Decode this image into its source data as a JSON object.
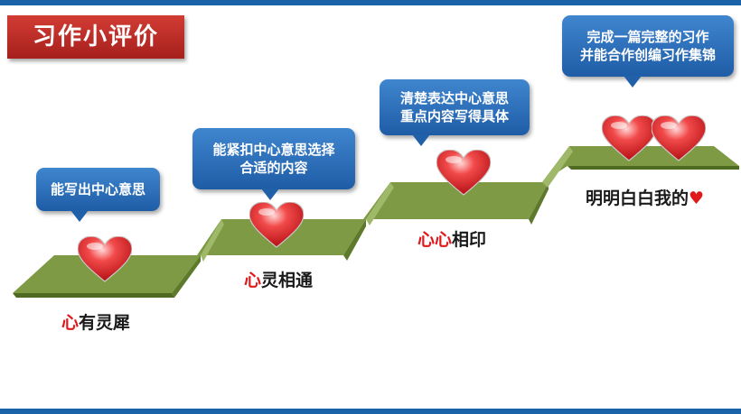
{
  "title": "习作小评价",
  "steps": [
    {
      "bubble": [
        "能写出中心意思"
      ],
      "label_red": "心",
      "label_rest": "有灵犀"
    },
    {
      "bubble": [
        "能紧扣中心意思选择",
        "合适的内容"
      ],
      "label_red": "心",
      "label_rest": "灵相通"
    },
    {
      "bubble": [
        "清楚表达中心意思",
        "重点内容写得具体"
      ],
      "label_red": "心心",
      "label_rest": "相印"
    },
    {
      "bubble": [
        "完成一篇完整的习作",
        "并能合作创编习作集锦"
      ],
      "label_rest": "明明白白我的",
      "label_heart": "♥"
    }
  ],
  "colors": {
    "accent_blue": "#1b63a8",
    "title_red": "#c0302a",
    "stair_green": "#7a9440",
    "heart_red": "#e01a1a"
  }
}
